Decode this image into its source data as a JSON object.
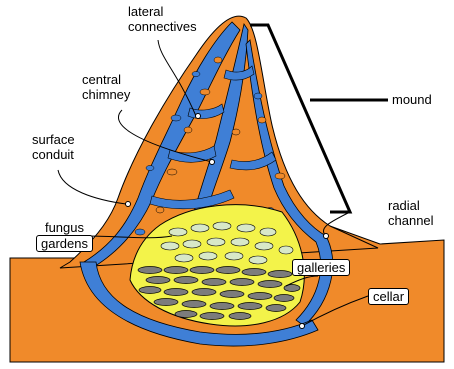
{
  "labels": {
    "lateral_connectives": [
      "lateral",
      "connectives"
    ],
    "central_chimney": [
      "central",
      "chimney"
    ],
    "surface_conduit": [
      "surface",
      "conduit"
    ],
    "fungus_gardens": [
      "fungus",
      "gardens"
    ],
    "mound": "mound",
    "radial_channel": [
      "radial",
      "channel"
    ],
    "galleries": "galleries",
    "cellar": "cellar"
  },
  "colors": {
    "soil": "#f08a2a",
    "channel": "#3f7fd6",
    "nest": "#f3f34a",
    "outline": "#000000",
    "background": "#ffffff"
  }
}
